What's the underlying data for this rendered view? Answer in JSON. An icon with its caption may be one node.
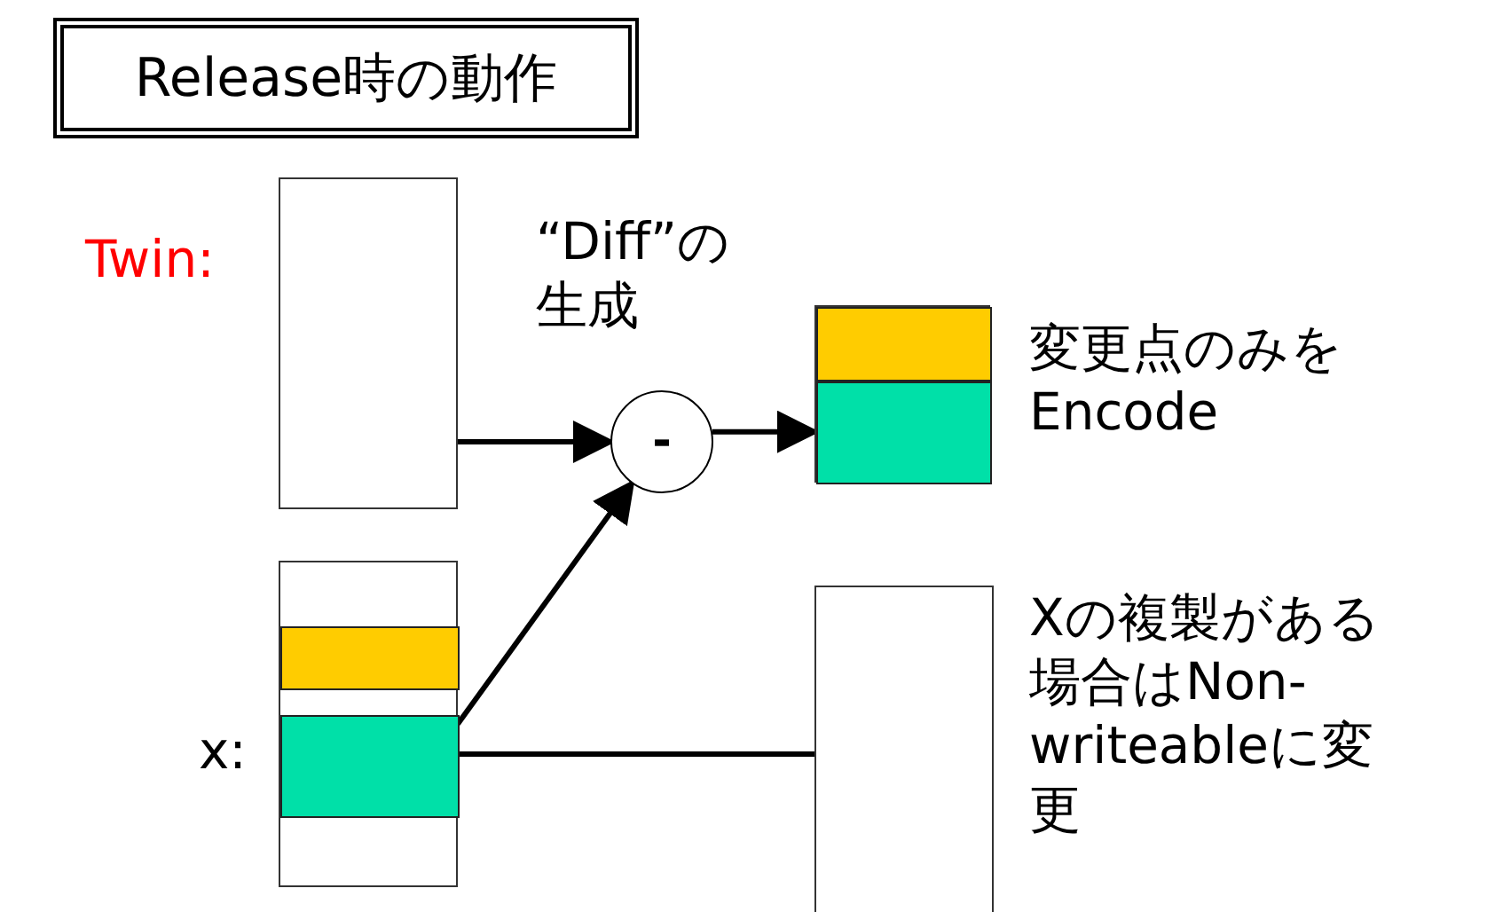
{
  "diagram": {
    "title": "Release時の動作",
    "nodes": [
      {
        "text": [],
        "shape": "box",
        "beside": [
          "Twin:"
        ]
      },
      {
        "text": [
          "-"
        ],
        "beside": [
          "“Diff”の生成"
        ]
      },
      {
        "text": [],
        "shape": "box",
        "beside": [
          "変更点のみをEncode"
        ]
      },
      {
        "text": [],
        "shape": "bar",
        "in": 2
      },
      {
        "text": [],
        "shape": "bar",
        "in": 2
      },
      {
        "text": [],
        "shape": "box",
        "beside": [
          "x:"
        ]
      },
      {
        "text": [],
        "shape": "bar",
        "in": 5
      },
      {
        "text": [],
        "shape": "bar",
        "in": 5
      },
      {
        "text": [],
        "shape": "box",
        "beside": [
          "Xの複製がある場合はNon-writeableに変更"
        ]
      }
    ],
    "edges": [
      {
        "from": 0,
        "to": 1,
        "arrow": "to"
      },
      {
        "from": 7,
        "to": 1,
        "arrow": "to"
      },
      {
        "from": 1,
        "to": 2,
        "arrow": "to"
      },
      {
        "from": 7,
        "to": 8,
        "arrow": "none"
      }
    ]
  }
}
